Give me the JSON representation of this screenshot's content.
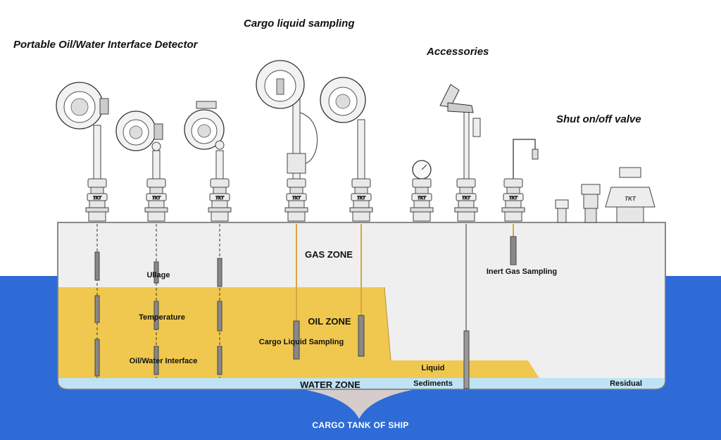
{
  "headings": {
    "portable_detector": "Portable Oil/Water Interface Detector",
    "cargo_sampling": "Cargo liquid sampling",
    "accessories": "Accessories",
    "shut_valve": "Shut on/off valve"
  },
  "zones": {
    "gas": "GAS ZONE",
    "oil": "OIL ZONE",
    "water": "WATER ZONE"
  },
  "measurements": {
    "ullage": "Ullage",
    "temperature": "Temperature",
    "interface": "Oil/Water Interface",
    "cargo_liquid_sampling": "Cargo Liquid Sampling",
    "inert_gas_sampling": "Inert Gas Sampling",
    "liquid": "Liquid",
    "sediments": "Sediments",
    "residual": "Residual"
  },
  "valve_brand": "TKT",
  "caption": "CARGO TANK OF SHIP",
  "colors": {
    "sea": "#2e6bd6",
    "tank_gas": "#efefef",
    "oil": "#f0c84f",
    "water": "#bfe3f4",
    "tank_outline": "#7a7a7a",
    "keel": "#d6cccc",
    "sample_rope": "#d9a642"
  },
  "icons": [
    "detector-reel-icon",
    "sampler-reel-icon",
    "pressure-gauge-icon",
    "sampling-gun-icon",
    "gas-sampling-valve-icon",
    "shut-valve-icon"
  ]
}
